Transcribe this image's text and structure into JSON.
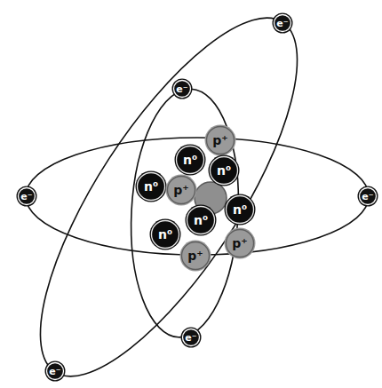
{
  "diagram": {
    "nodes": [
      {
        "text": [
          "e⁻"
        ]
      },
      {
        "text": [
          "e⁻"
        ]
      },
      {
        "text": [
          "p⁺"
        ]
      },
      {
        "text": [
          "n⁰"
        ]
      },
      {
        "text": [
          "n⁰"
        ]
      },
      {
        "text": [
          "n⁰"
        ]
      },
      {
        "text": [
          "p⁺"
        ]
      },
      {
        "text": [
          "e⁻"
        ]
      },
      {
        "text": [
          "e⁻"
        ]
      },
      {
        "text": [
          "n⁰"
        ]
      },
      {
        "text": [
          "n⁰"
        ]
      },
      {
        "text": [
          "n⁰"
        ]
      },
      {
        "text": [
          "p⁺"
        ]
      },
      {
        "text": [
          "p⁺"
        ]
      },
      {
        "text": [
          "e⁻"
        ]
      },
      {
        "text": [
          "e⁻"
        ]
      }
    ]
  }
}
